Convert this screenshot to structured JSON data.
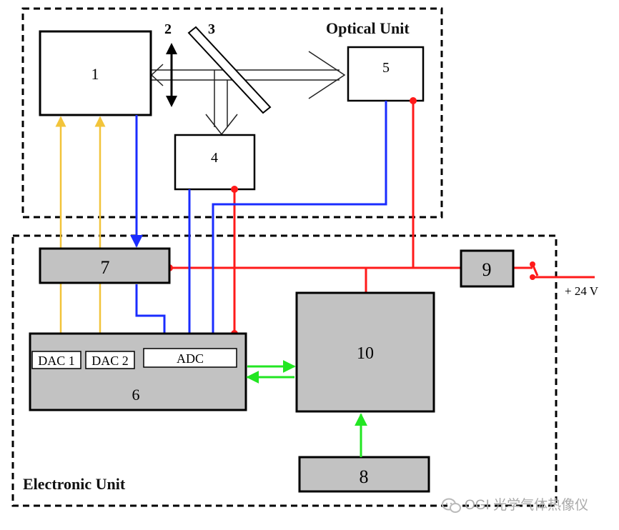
{
  "colors": {
    "signal_blue": "#1a2cff",
    "power_red": "#ff1a1a",
    "dac_yellow": "#f2c43a",
    "data_green": "#22e622",
    "box_gray": "#c2c2c2",
    "outline": "#000000"
  },
  "units": {
    "optical_label": "Optical Unit",
    "electronic_label": "Electronic Unit"
  },
  "blocks": {
    "b1": "1",
    "b4": "4",
    "b5": "5",
    "b6": "6",
    "b7": "7",
    "b8": "8",
    "b9": "9",
    "b10": "10"
  },
  "optics": {
    "lens_label": "2",
    "mirror_label": "3"
  },
  "converters": {
    "dac1": "DAC 1",
    "dac2": "DAC 2",
    "adc": "ADC"
  },
  "power": {
    "supply_label": "+ 24 V"
  },
  "watermark": {
    "text": "OGI 光学气体热像仪",
    "icon": "wechat-icon"
  }
}
